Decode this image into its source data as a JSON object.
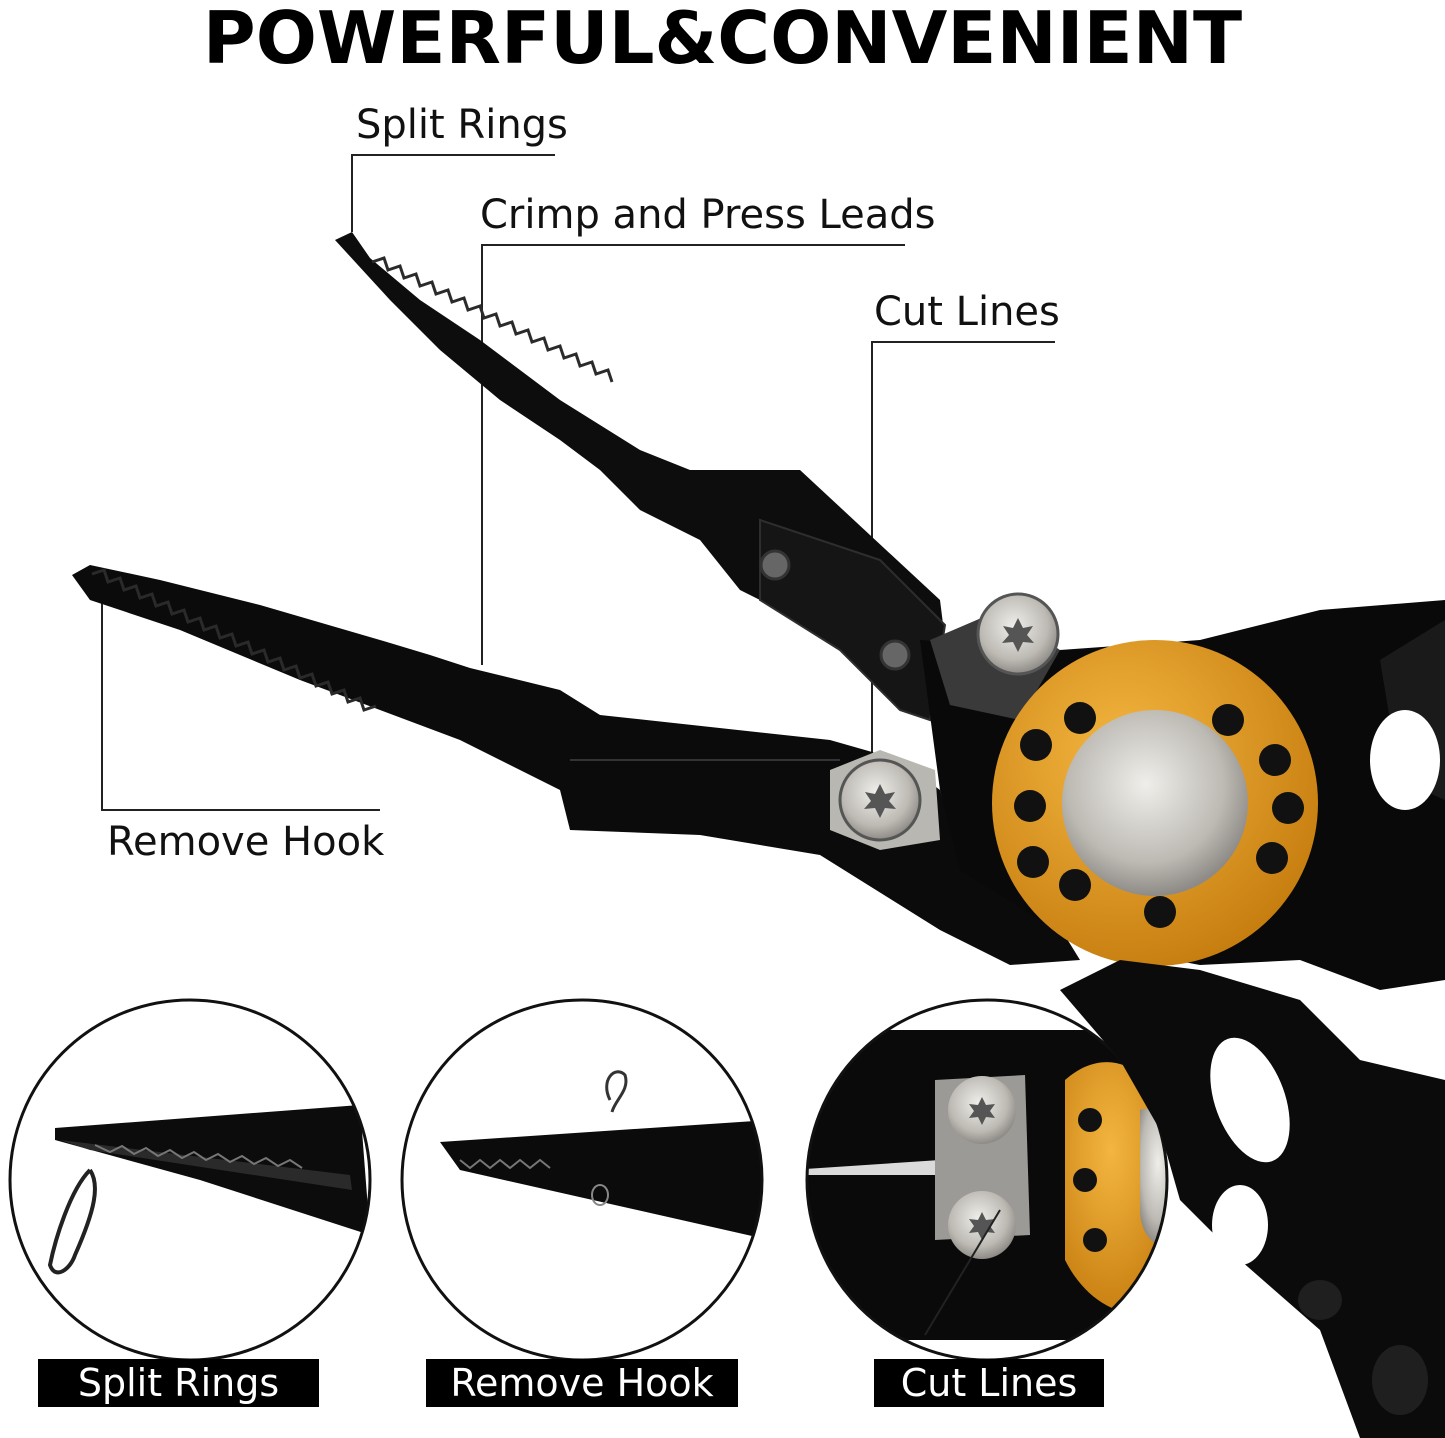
{
  "headline": "POWERFUL&CONVENIENT",
  "callouts": {
    "split_rings": "Split Rings",
    "crimp_press_leads": "Crimp and Press Leads",
    "cut_lines": "Cut Lines",
    "remove_hook": "Remove Hook"
  },
  "captions": {
    "split_rings": "Split Rings",
    "remove_hook": "Remove Hook",
    "cut_lines": "Cut Lines"
  },
  "colors": {
    "background": "#ffffff",
    "tool_black": "#0c0c0c",
    "accent_orange": "#e39a1c",
    "steel": "#c9c7c2",
    "caption_bg": "#000000"
  }
}
